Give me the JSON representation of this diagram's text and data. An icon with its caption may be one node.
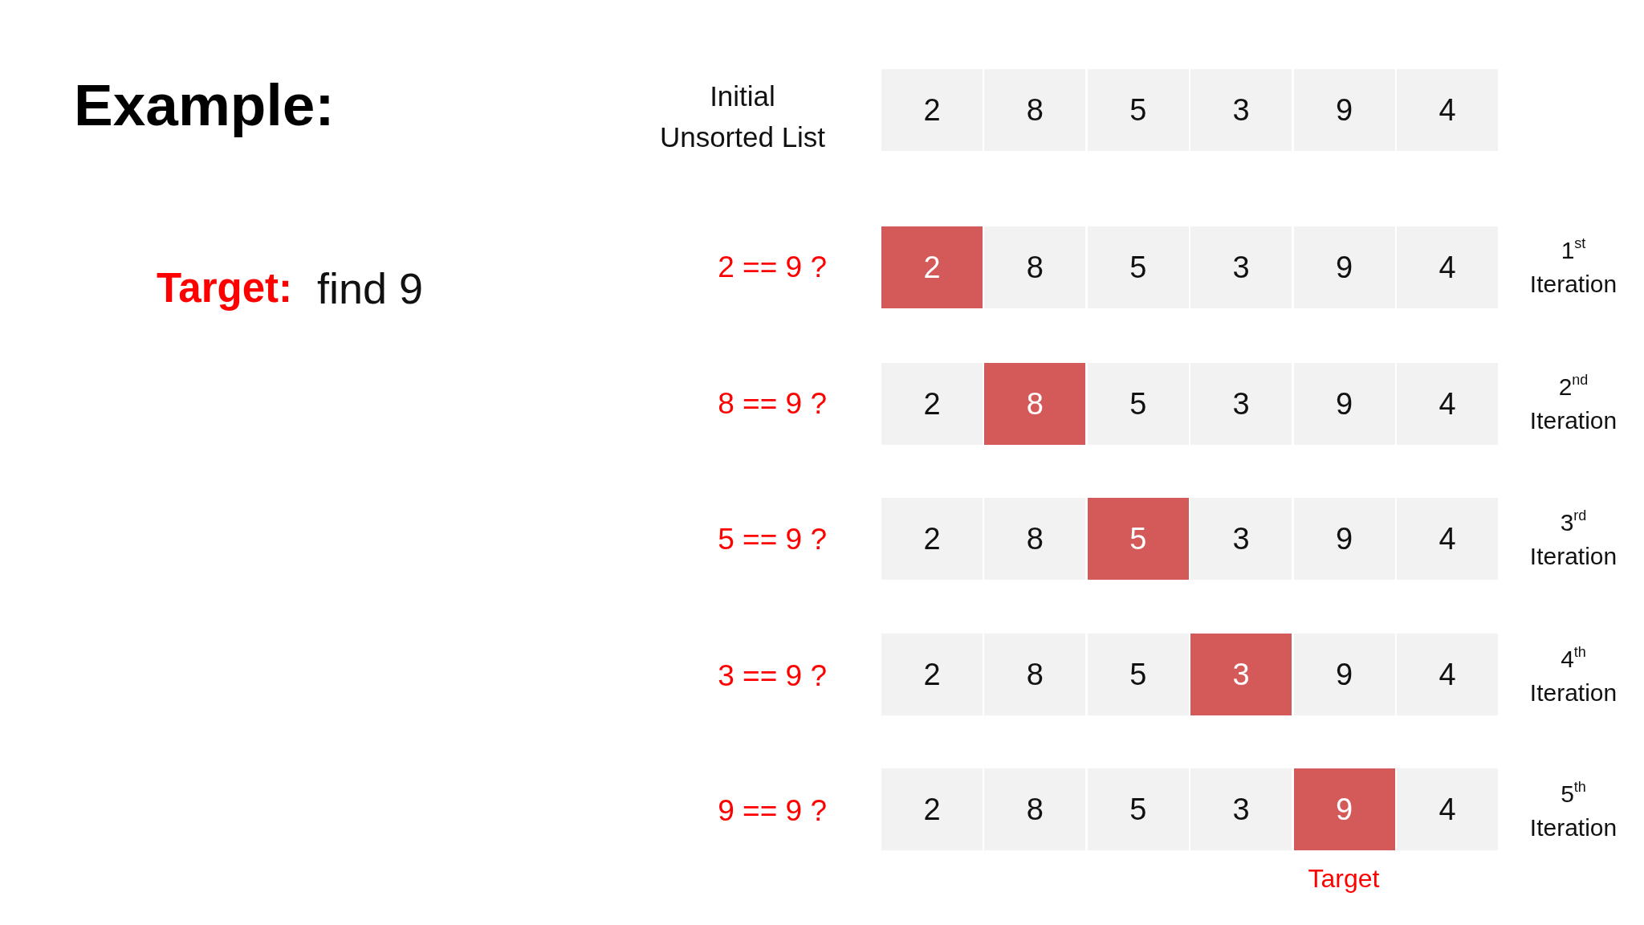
{
  "diagram": {
    "title": "Example:",
    "nodes": [
      {
        "text": [
          "2"
        ]
      },
      {
        "text": [
          "8"
        ]
      },
      {
        "text": [
          "5"
        ]
      },
      {
        "text": [
          "3"
        ]
      },
      {
        "text": [
          "9"
        ]
      },
      {
        "text": [
          "4"
        ]
      },
      {
        "text": [
          "2"
        ]
      },
      {
        "text": [
          "8"
        ]
      },
      {
        "text": [
          "5"
        ]
      },
      {
        "text": [
          "3"
        ]
      },
      {
        "text": [
          "9"
        ]
      },
      {
        "text": [
          "4"
        ]
      },
      {
        "text": [
          "2"
        ]
      },
      {
        "text": [
          "8"
        ]
      },
      {
        "text": [
          "5"
        ]
      },
      {
        "text": [
          "3"
        ]
      },
      {
        "text": [
          "9"
        ]
      },
      {
        "text": [
          "4"
        ]
      },
      {
        "text": [
          "2"
        ]
      },
      {
        "text": [
          "8"
        ]
      },
      {
        "text": [
          "5"
        ]
      },
      {
        "text": [
          "3"
        ]
      },
      {
        "text": [
          "9"
        ]
      },
      {
        "text": [
          "4"
        ]
      },
      {
        "text": [
          "2"
        ]
      },
      {
        "text": [
          "8"
        ]
      },
      {
        "text": [
          "5"
        ]
      },
      {
        "text": [
          "3"
        ]
      },
      {
        "text": [
          "9"
        ]
      },
      {
        "text": [
          "4"
        ]
      },
      {
        "text": [
          "2"
        ]
      },
      {
        "text": [
          "8"
        ]
      },
      {
        "text": [
          "5"
        ]
      },
      {
        "text": [
          "3"
        ]
      },
      {
        "text": [
          "9"
        ]
      },
      {
        "text": [
          "4"
        ]
      }
    ],
    "labels": [
      "Initial Unsorted List",
      "Target:",
      "find 9",
      "2 == 9 ?",
      "1$^{st}$ Iteration",
      "8 == 9 ?",
      "2$^{nd}$ Iteration",
      "5 == 9 ?",
      "3$^{rd}$ Iteration",
      "3 == 9 ?",
      "4$^{th}$ Iteration",
      "9 == 9 ?",
      "5$^{th}$ Iteration",
      "Target"
    ]
  }
}
